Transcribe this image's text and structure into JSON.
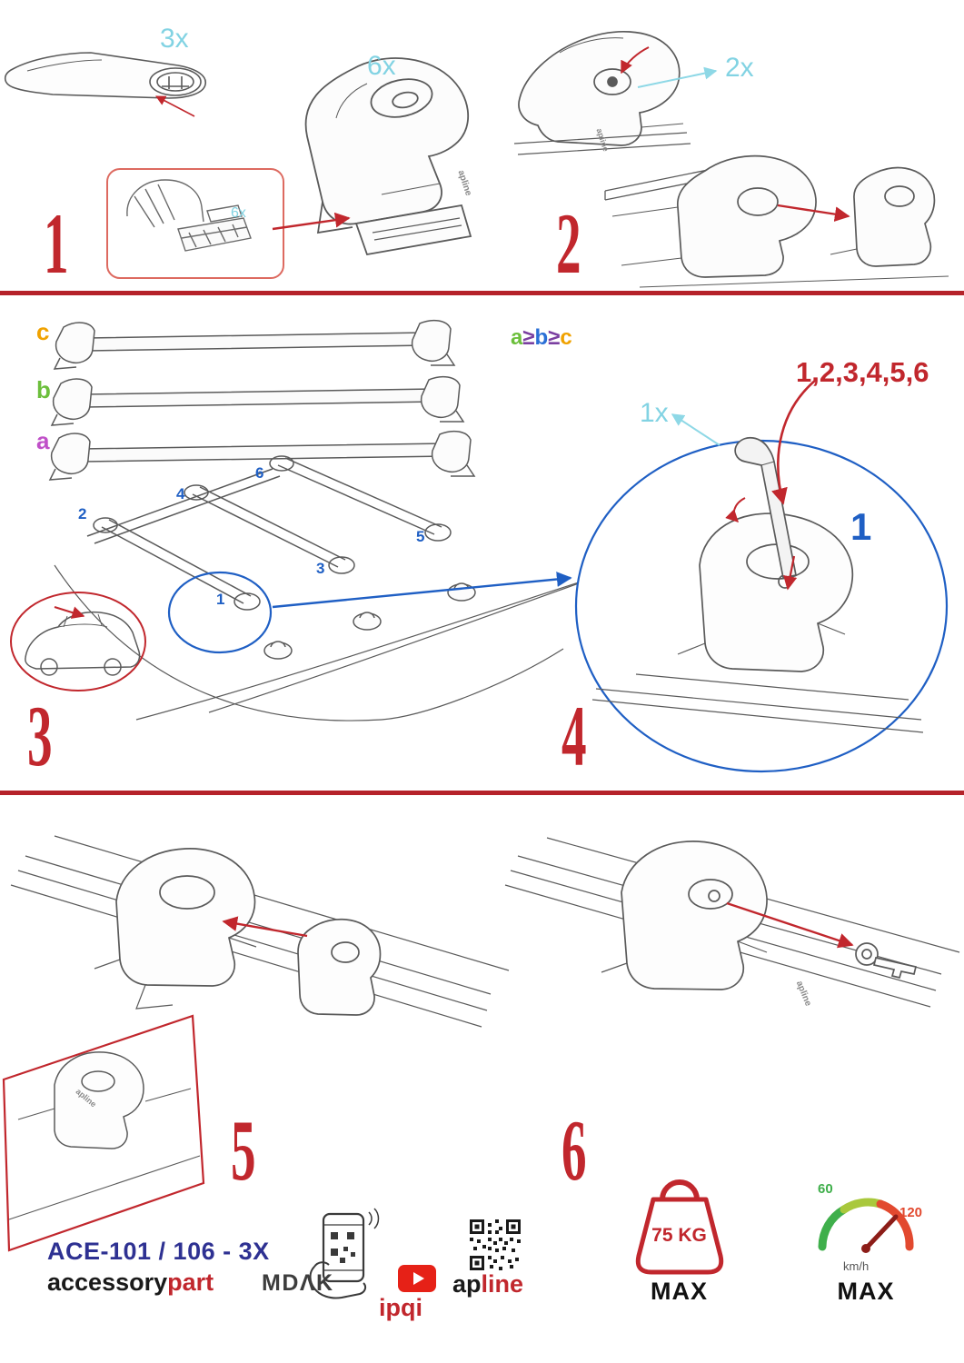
{
  "colors": {
    "red": "#c1272d",
    "cyan": "#82d3e3",
    "blue": "#1f5fc4",
    "dark_blue": "#2e3192",
    "orange": "#f0a200",
    "green": "#6cbf3c",
    "magenta": "#c050c8",
    "youtube_red": "#e62117"
  },
  "step1": {
    "number": "1",
    "bar_qty": "3x",
    "foot_qty": "6x",
    "pad_qty": "6x"
  },
  "step2": {
    "number": "2",
    "lock_qty": "2x"
  },
  "step3": {
    "number": "3",
    "bar_labels": [
      "c",
      "b",
      "a"
    ],
    "size_rule": [
      "a",
      "≥",
      "b",
      "≥",
      "c"
    ],
    "positions": [
      "2",
      "4",
      "6",
      "1",
      "3",
      "5"
    ]
  },
  "step4": {
    "number": "4",
    "key_qty": "1x",
    "sequence": "1,2,3,4,5,6",
    "start": "1"
  },
  "step5": {
    "number": "5"
  },
  "step6": {
    "number": "6"
  },
  "branding": {
    "model": "ACE-101 / 106 - 3X",
    "accessory": "accessory",
    "part": "part",
    "mdak": "MDΛK",
    "ipqi": "ipqi",
    "ap": "ap",
    "line": "line",
    "drawing_logo": "apline"
  },
  "limits": {
    "weight": "75 KG",
    "weight_max": "MAX",
    "speed_low": "60",
    "speed_high": "120",
    "speed_unit": "km/h",
    "speed_max": "MAX"
  }
}
